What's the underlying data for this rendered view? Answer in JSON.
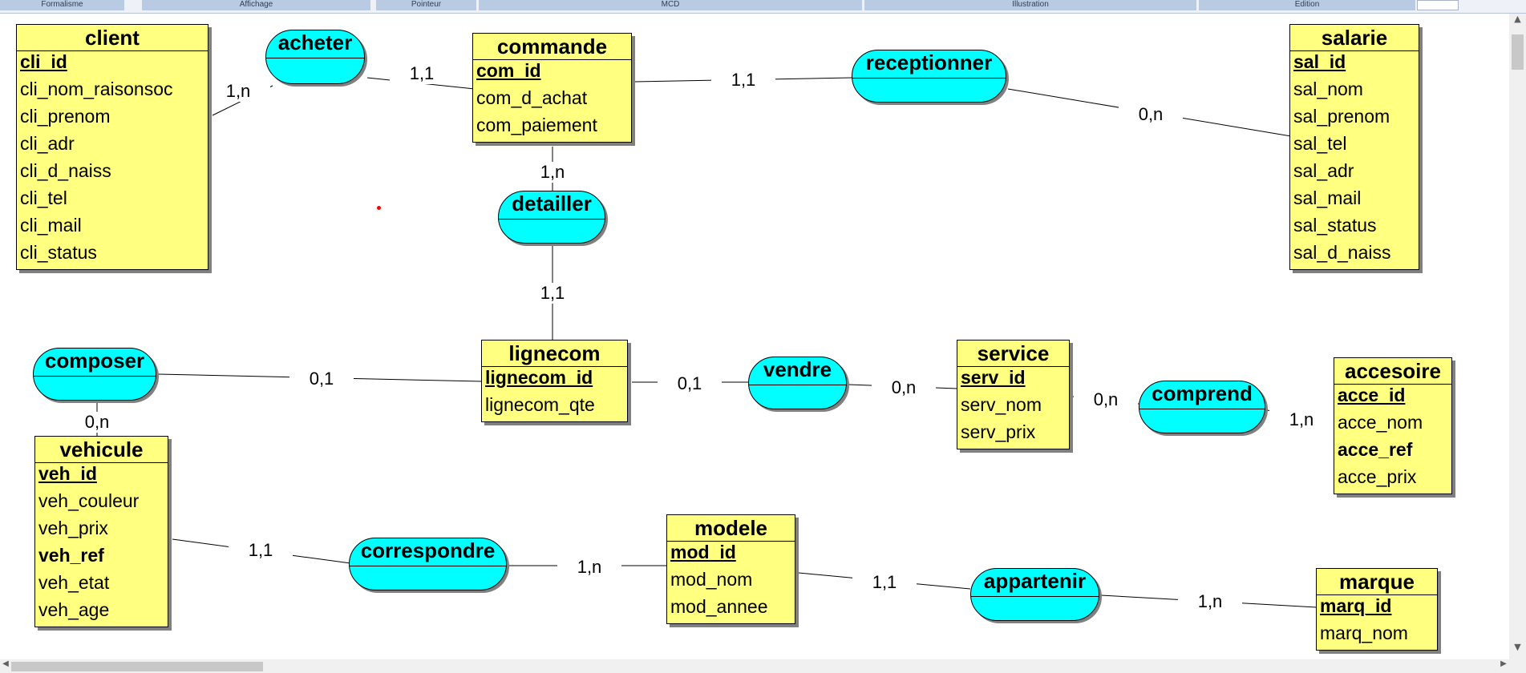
{
  "toolbar": {
    "sections": [
      "Formalisme",
      "Affichage",
      "Pointeur",
      "MCD",
      "Illustration",
      "Edition"
    ]
  },
  "colors": {
    "entity_fill": "#ffff80",
    "association_fill": "#00ffff",
    "shadow": "#808080",
    "marker": "#ff0000"
  },
  "entities": {
    "client": {
      "name": "client",
      "attributes": [
        {
          "label": "cli_id",
          "key": true
        },
        {
          "label": "cli_nom_raisonsoc"
        },
        {
          "label": "cli_prenom"
        },
        {
          "label": "cli_adr"
        },
        {
          "label": "cli_d_naiss"
        },
        {
          "label": "cli_tel"
        },
        {
          "label": "cli_mail"
        },
        {
          "label": "cli_status"
        }
      ]
    },
    "commande": {
      "name": "commande",
      "attributes": [
        {
          "label": "com_id",
          "key": true
        },
        {
          "label": "com_d_achat"
        },
        {
          "label": "com_paiement"
        }
      ]
    },
    "salarie": {
      "name": "salarie",
      "attributes": [
        {
          "label": "sal_id",
          "key": true
        },
        {
          "label": "sal_nom"
        },
        {
          "label": "sal_prenom"
        },
        {
          "label": "sal_tel"
        },
        {
          "label": "sal_adr"
        },
        {
          "label": "sal_mail"
        },
        {
          "label": "sal_status"
        },
        {
          "label": "sal_d_naiss"
        }
      ]
    },
    "lignecom": {
      "name": "lignecom",
      "attributes": [
        {
          "label": "lignecom_id",
          "key": true
        },
        {
          "label": "lignecom_qte"
        }
      ]
    },
    "service": {
      "name": "service",
      "attributes": [
        {
          "label": "serv_id",
          "key": true
        },
        {
          "label": "serv_nom"
        },
        {
          "label": "serv_prix"
        }
      ]
    },
    "accesoire": {
      "name": "accesoire",
      "attributes": [
        {
          "label": "acce_id",
          "key": true
        },
        {
          "label": "acce_nom"
        },
        {
          "label": "acce_ref",
          "bold": true
        },
        {
          "label": "acce_prix"
        }
      ]
    },
    "vehicule": {
      "name": "vehicule",
      "attributes": [
        {
          "label": "veh_id",
          "key": true
        },
        {
          "label": "veh_couleur"
        },
        {
          "label": "veh_prix"
        },
        {
          "label": "veh_ref",
          "bold": true
        },
        {
          "label": "veh_etat"
        },
        {
          "label": "veh_age"
        }
      ]
    },
    "modele": {
      "name": "modele",
      "attributes": [
        {
          "label": "mod_id",
          "key": true
        },
        {
          "label": "mod_nom"
        },
        {
          "label": "mod_annee"
        }
      ]
    },
    "marque": {
      "name": "marque",
      "attributes": [
        {
          "label": "marq_id",
          "key": true
        },
        {
          "label": "marq_nom"
        }
      ]
    }
  },
  "associations": {
    "acheter": "acheter",
    "receptionner": "receptionner",
    "detailler": "detailler",
    "composer": "composer",
    "vendre": "vendre",
    "comprend": "comprend",
    "correspondre": "correspondre",
    "appartenir": "appartenir"
  },
  "links": [
    {
      "id": "client-acheter",
      "entity": "client",
      "association": "acheter",
      "cardinality": "1,n"
    },
    {
      "id": "acheter-commande",
      "entity": "commande",
      "association": "acheter",
      "cardinality": "1,1"
    },
    {
      "id": "commande-receptionner",
      "entity": "commande",
      "association": "receptionner",
      "cardinality": "1,1"
    },
    {
      "id": "receptionner-salarie",
      "entity": "salarie",
      "association": "receptionner",
      "cardinality": "0,n"
    },
    {
      "id": "commande-detailler",
      "entity": "commande",
      "association": "detailler",
      "cardinality": "1,n"
    },
    {
      "id": "detailler-lignecom",
      "entity": "lignecom",
      "association": "detailler",
      "cardinality": "1,1"
    },
    {
      "id": "composer-lignecom",
      "entity": "lignecom",
      "association": "composer",
      "cardinality": "0,1"
    },
    {
      "id": "composer-vehicule",
      "entity": "vehicule",
      "association": "composer",
      "cardinality": "0,n"
    },
    {
      "id": "lignecom-vendre",
      "entity": "lignecom",
      "association": "vendre",
      "cardinality": "0,1"
    },
    {
      "id": "vendre-service",
      "entity": "service",
      "association": "vendre",
      "cardinality": "0,n"
    },
    {
      "id": "service-comprend",
      "entity": "service",
      "association": "comprend",
      "cardinality": "0,n"
    },
    {
      "id": "comprend-accesoire",
      "entity": "accesoire",
      "association": "comprend",
      "cardinality": "1,n"
    },
    {
      "id": "vehicule-correspondre",
      "entity": "vehicule",
      "association": "correspondre",
      "cardinality": "1,1"
    },
    {
      "id": "correspondre-modele",
      "entity": "modele",
      "association": "correspondre",
      "cardinality": "1,n"
    },
    {
      "id": "modele-appartenir",
      "entity": "modele",
      "association": "appartenir",
      "cardinality": "1,1"
    },
    {
      "id": "appartenir-marque",
      "entity": "marque",
      "association": "appartenir",
      "cardinality": "1,n"
    }
  ]
}
